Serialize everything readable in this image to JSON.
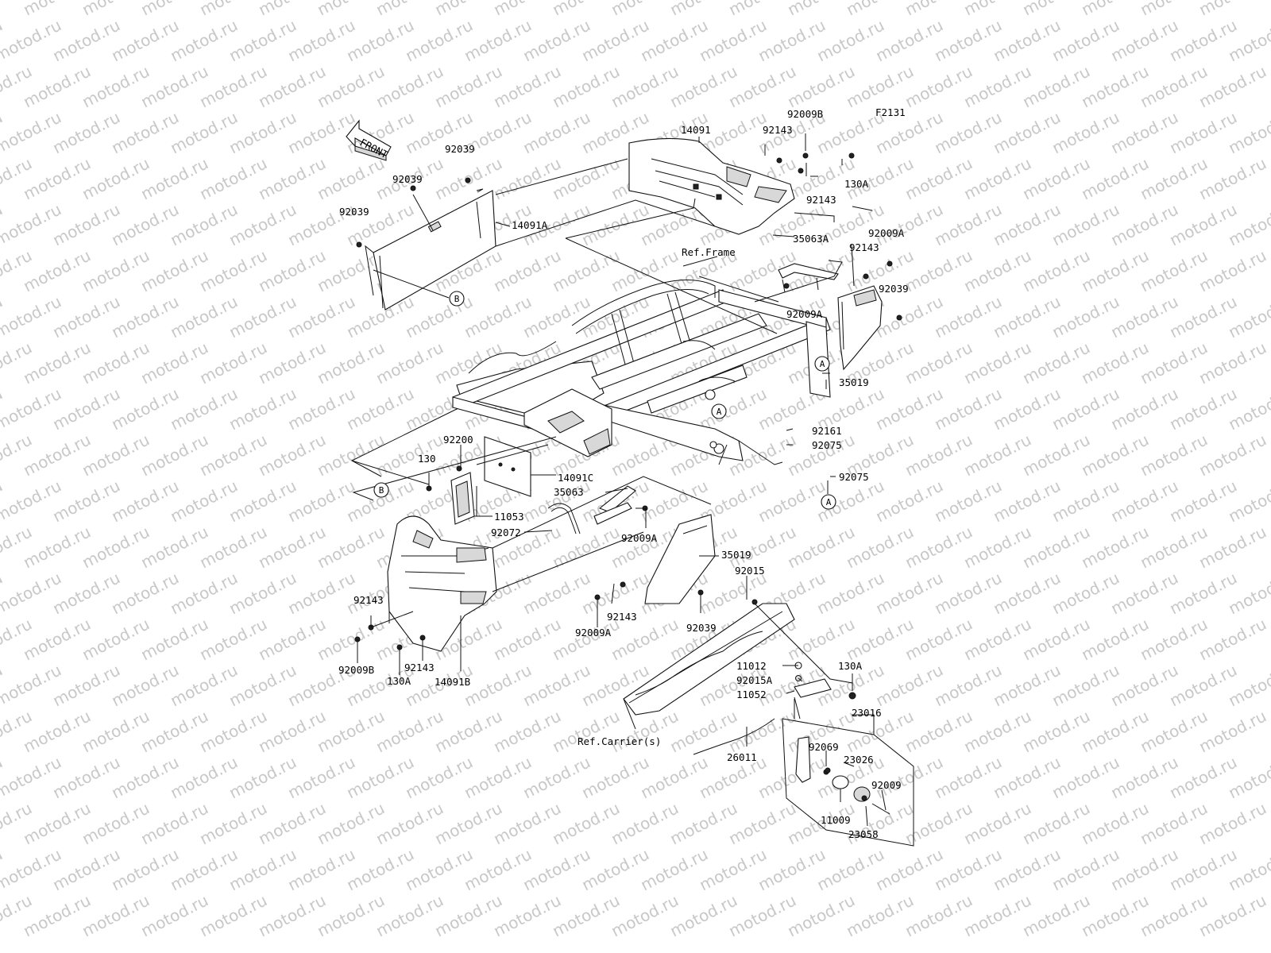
{
  "diagram": {
    "figure_code": "F2131",
    "front_arrow_label": "FRONT",
    "watermark_text": "motod.ru",
    "ref_frame": "Ref.Frame",
    "ref_carrier": "Ref.Carrier(s)",
    "callouts": {
      "a": "A",
      "b": "B"
    },
    "parts": {
      "p14091": "14091",
      "p92009B_top": "92009B",
      "p92143_top1": "92143",
      "p92143_top2": "92143",
      "p130A_top": "130A",
      "p92039_a": "92039",
      "p92039_b": "92039",
      "p92039_c": "92039",
      "p14091A": "14091A",
      "p35063A": "35063A",
      "p92009A_r": "92009A",
      "p92143_r": "92143",
      "p92039_r": "92039",
      "p92009A_c": "92009A",
      "p35019_r": "35019",
      "p92161": "92161",
      "p92075_a": "92075",
      "p92075_b": "92075",
      "p92200": "92200",
      "p130": "130",
      "p14091C": "14091C",
      "p35063": "35063",
      "p11053": "11053",
      "p92072": "92072",
      "p92009A_m": "92009A",
      "p35019_l": "35019",
      "p92015": "92015",
      "p92143_l1": "92143",
      "p92143_m": "92143",
      "p92009A_b": "92009A",
      "p92039_m": "92039",
      "p92009B_l": "92009B",
      "p130A_l": "130A",
      "p92143_l2": "92143",
      "p14091B": "14091B",
      "p11012": "11012",
      "p92015A": "92015A",
      "p11052": "11052",
      "p130A_r": "130A",
      "p23016": "23016",
      "p92069": "92069",
      "p23026": "23026",
      "p26011": "26011",
      "p92009": "92009",
      "p11009": "11009",
      "p23058": "23058"
    }
  }
}
